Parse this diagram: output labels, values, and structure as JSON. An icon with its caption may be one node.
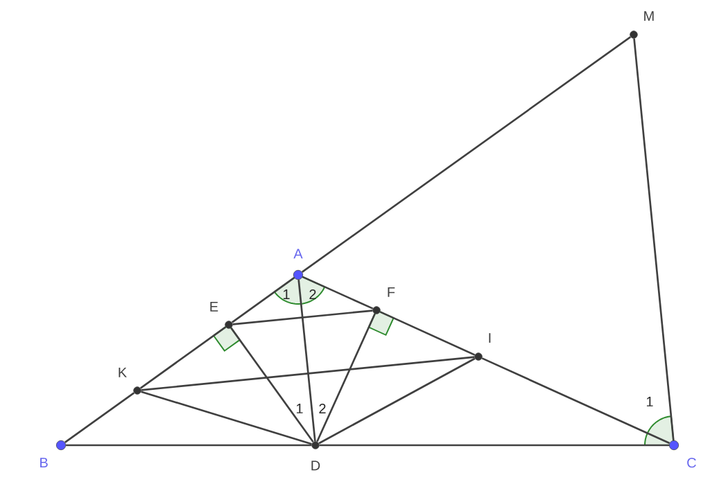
{
  "diagram": {
    "nodes": [
      {
        "text": [
          "M"
        ]
      },
      {
        "text": [
          "A"
        ]
      },
      {
        "text": [
          "E"
        ]
      },
      {
        "text": [
          "F"
        ]
      },
      {
        "text": [
          "I"
        ]
      },
      {
        "text": [
          "K"
        ]
      },
      {
        "text": [
          "B"
        ]
      },
      {
        "text": [
          "D"
        ]
      },
      {
        "text": [
          "C"
        ]
      }
    ],
    "edges": [
      {
        "from": 6,
        "to": 5,
        "arrow": "none"
      },
      {
        "from": 5,
        "to": 2,
        "arrow": "none"
      },
      {
        "from": 2,
        "to": 1,
        "arrow": "none"
      },
      {
        "from": 1,
        "to": 0,
        "arrow": "none"
      },
      {
        "from": 1,
        "to": 3,
        "arrow": "none"
      },
      {
        "from": 3,
        "to": 4,
        "arrow": "none"
      },
      {
        "from": 4,
        "to": 8,
        "arrow": "none"
      },
      {
        "from": 6,
        "to": 7,
        "arrow": "none"
      },
      {
        "from": 7,
        "to": 8,
        "arrow": "none"
      },
      {
        "from": 0,
        "to": 8,
        "arrow": "none"
      },
      {
        "from": 1,
        "to": 7,
        "arrow": "none"
      },
      {
        "from": 2,
        "to": 7,
        "arrow": "none"
      },
      {
        "from": 3,
        "to": 7,
        "arrow": "none"
      },
      {
        "from": 5,
        "to": 7,
        "arrow": "none"
      },
      {
        "from": 4,
        "to": 7,
        "arrow": "none"
      },
      {
        "from": 2,
        "to": 3,
        "arrow": "none"
      },
      {
        "from": 5,
        "to": 4,
        "arrow": "none"
      }
    ],
    "labels": [
      "1",
      "2",
      "1",
      "2",
      "1"
    ]
  }
}
